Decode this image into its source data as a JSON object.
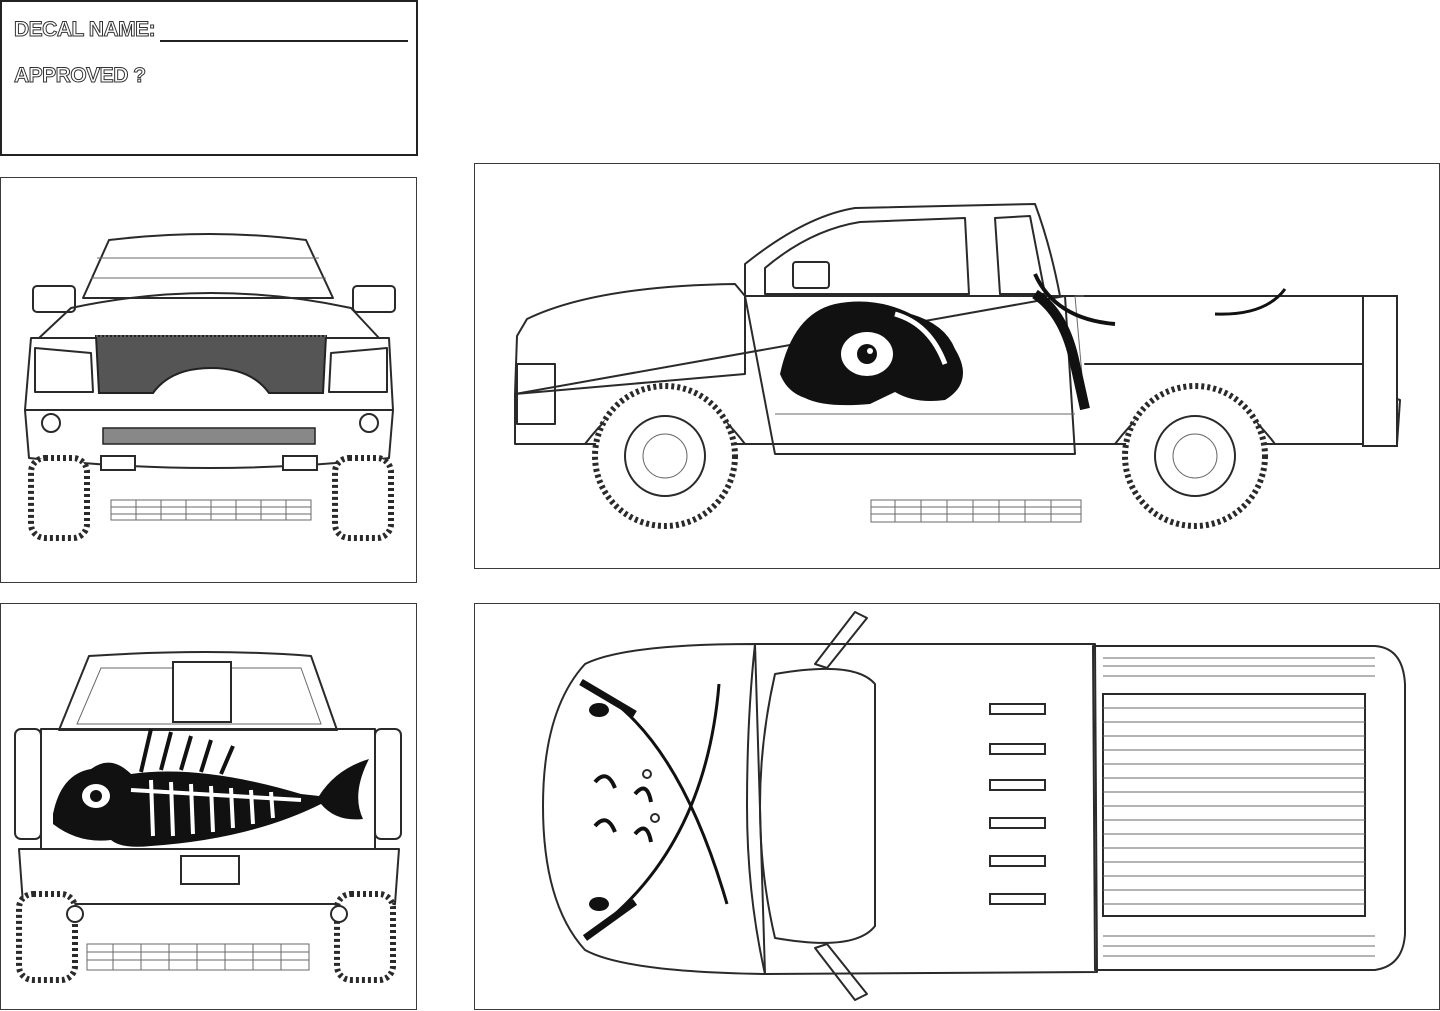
{
  "form": {
    "decal_name_label": "DECAL NAME:",
    "approved_label": "APPROVED ?"
  },
  "views": [
    "front-view",
    "side-view",
    "rear-view",
    "top-view"
  ]
}
